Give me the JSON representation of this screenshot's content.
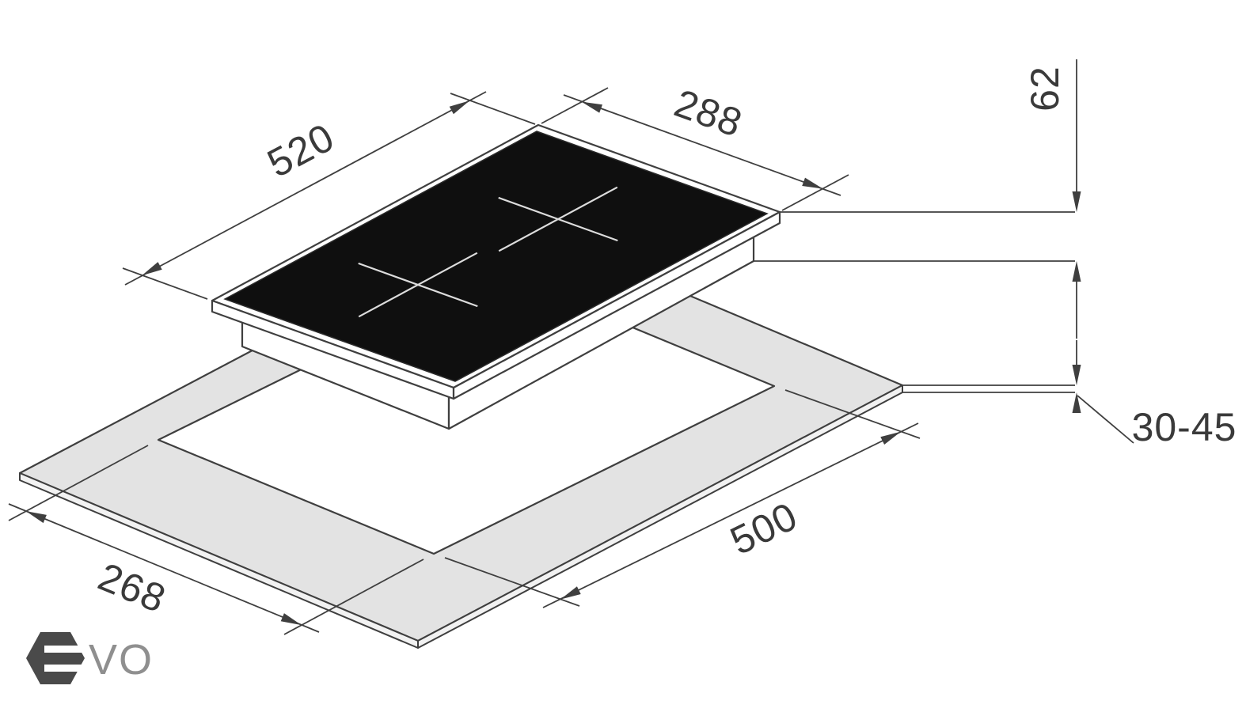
{
  "diagram": {
    "kind": "isometric installation drawing",
    "subject": "two-zone domino hob above countertop cutout"
  },
  "labels": {
    "hob_length": "520",
    "hob_width": "288",
    "hob_height": "62",
    "worktop_thickness": "30-45",
    "cutout_width": "268",
    "cutout_length": "500"
  },
  "logo": {
    "brand": "EVO",
    "wordmark_text": "VO",
    "emblem": "hexagon-e-icon"
  },
  "colors": {
    "background": "#ffffff",
    "line": "#3f3f3f",
    "glass": "#0f0f0f",
    "countertop": "#e3e3e3",
    "cutout": "#ffffff",
    "burner_cross": "#dcdcdc",
    "logo_emblem": "#4a4a4a",
    "logo_text": "#8f8f8f"
  }
}
